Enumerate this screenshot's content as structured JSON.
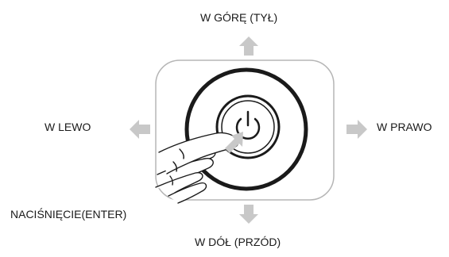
{
  "directions": {
    "up": "W GÓRĘ (TYŁ)",
    "left": "W LEWO",
    "right": "W PRAWO",
    "down": "W DÓŁ (PRZÓD)",
    "press": "NACIŚNIĘCIE(ENTER)"
  },
  "icons": {
    "power": "power-icon",
    "hand": "hand-pointing-icon"
  },
  "colors": {
    "arrow": "#c8c8c8",
    "outline": "#1a1a1a",
    "panel_border": "#b5b5b5"
  }
}
